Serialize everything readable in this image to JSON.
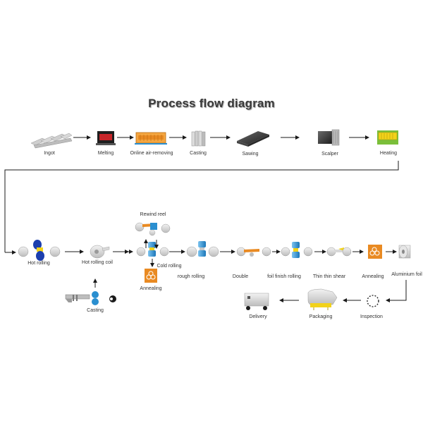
{
  "title": "Process flow diagram",
  "steps": {
    "ingot": "Ingot",
    "melting": "Melting",
    "online_air_removing": "Online  air-removing",
    "casting_top": "Casting",
    "sawing": "Sawing",
    "scalper": "Scalper",
    "heating": "Heating",
    "hot_rolling": "Hot rolling",
    "hot_rolling_coil": "Hot rolling coil",
    "rewind_reel": "Rewind reel",
    "cold_rolling": "Cold rolling",
    "annealing_left": "Annealing",
    "casting_bottom": "Casting",
    "rough_rolling": "rough rolling",
    "double": "Double",
    "foil_finish_rolling": "foil finish rolling",
    "thin_thin_shear": "Thin thin shear",
    "annealing_right": "Annealing",
    "aluminium_foil": "Aluminium foil",
    "inspection": "Inspection",
    "packaging": "Packaging",
    "delivery": "Delivery"
  },
  "colors": {
    "arrow": "#1a1a1a",
    "roller_gray": "#d8d8d8",
    "roller_blue": "#2a8fd0",
    "roller_dark_blue": "#1c3fae",
    "yellow": "#f2d21a",
    "orange": "#e98a22",
    "red": "#c8262a",
    "green": "#7bbf3a"
  }
}
